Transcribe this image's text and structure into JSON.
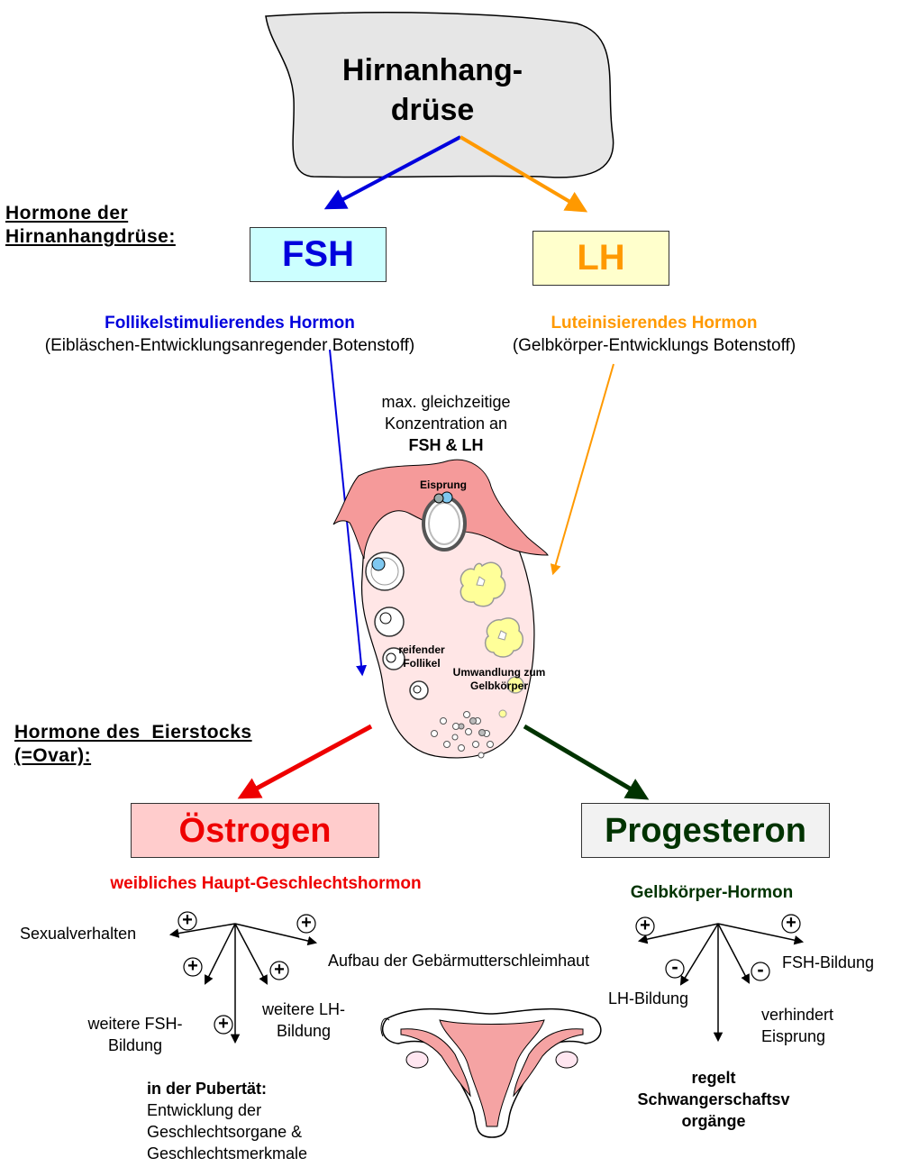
{
  "gland": {
    "line1": "Hirnanhang-",
    "line2": "drüse"
  },
  "pituitary_section": {
    "line1": "Hormone der",
    "line2": "Hirnanhangdrüse:"
  },
  "fsh": {
    "label": "FSH",
    "name": "Follikelstimulierendes Hormon",
    "description": "(Eibläschen-Entwicklungsanregender Botenstoff)"
  },
  "lh": {
    "label": "LH",
    "name": "Luteinisierendes Hormon",
    "description": "(Gelbkörper-Entwicklungs Botenstoff)"
  },
  "peak_note": {
    "line1": "max. gleichzeitige",
    "line2": "Konzentration an",
    "line3": "FSH & LH"
  },
  "ovary_labels": {
    "ovulation": "Eisprung",
    "maturing_follicle_1": "reifender",
    "maturing_follicle_2": "Follikel",
    "corpus_luteum_1": "Umwandlung zum",
    "corpus_luteum_2": "Gelbkörper"
  },
  "ovary_section": {
    "line1": "Hormone des  Eierstocks",
    "line2": "(=Ovar):"
  },
  "estrogen": {
    "label": "Östrogen",
    "subtitle": "weibliches Haupt-Geschlechtshormon",
    "effects": {
      "sexual_behavior": "Sexualverhalten",
      "endometrium": "Aufbau der Gebärmutterschleimhaut",
      "fsh_1": "weitere FSH-",
      "fsh_2": "Bildung",
      "lh_1": "weitere LH-",
      "lh_2": "Bildung",
      "puberty_title": "in der Pubertät:",
      "puberty_1": "Entwicklung der",
      "puberty_2": "Geschlechtsorgane &",
      "puberty_3": "Geschlechtsmerkmale"
    }
  },
  "progesterone": {
    "label": "Progesteron",
    "subtitle": "Gelbkörper-Hormon",
    "effects": {
      "fsh": "FSH-Bildung",
      "lh": "LH-Bildung",
      "ovulation_1": "verhindert",
      "ovulation_2": "Eisprung",
      "pregnancy_1": "regelt",
      "pregnancy_2": "Schwangerschaftsv",
      "pregnancy_3": "orgänge"
    }
  },
  "signs": {
    "plus": "+",
    "minus": "-"
  },
  "colors": {
    "fsh": "#0000dd",
    "lh": "#ff9900",
    "estrogen": "#ee0000",
    "progesterone": "#003300",
    "fsh_box": "#ccffff",
    "lh_box": "#ffffcc",
    "estrogen_box": "#ffcccc",
    "progesterone_box": "#f2f2f2",
    "gland": "#e6e6e6",
    "ovary": "#ffe6e6",
    "ovary_tissue": "#f59a9a",
    "corpus_luteum": "#ffff99"
  }
}
